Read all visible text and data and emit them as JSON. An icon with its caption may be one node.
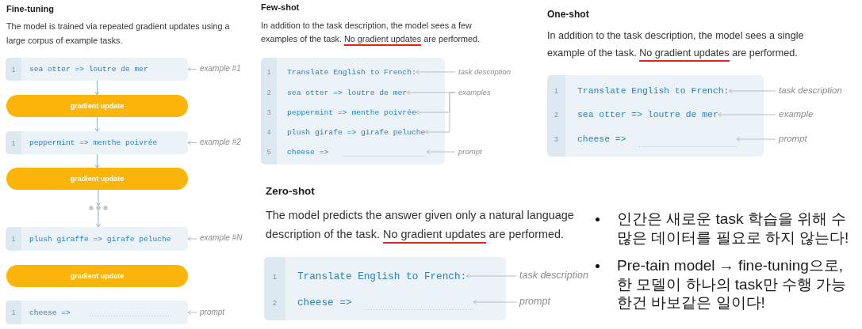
{
  "diagram": {
    "nodes": [
      {
        "text": [
          "1",
          "sea otter => loutre de mer"
        ]
      },
      {
        "text": [
          "example #1"
        ]
      },
      {
        "text": [
          "gradient update"
        ]
      },
      {
        "text": [
          "1",
          "peppermint => menthe poivrée"
        ]
      },
      {
        "text": [
          "example #2"
        ]
      },
      {
        "text": [
          "gradient update"
        ]
      },
      {
        "text": [],
        "shape": "dots"
      },
      {
        "text": [
          "1",
          "plush giraffe => girafe peluche"
        ]
      },
      {
        "text": [
          "example #N"
        ]
      },
      {
        "text": [
          "gradient update"
        ]
      },
      {
        "text": [
          "1",
          "cheese =>"
        ]
      },
      {
        "text": [
          "prompt"
        ]
      },
      {
        "text": [],
        "shape": "box"
      },
      {
        "text": [
          "1",
          "Translate English to French:"
        ],
        "in": 12
      },
      {
        "text": [
          "2",
          "sea otter => loutre de mer"
        ],
        "in": 12
      },
      {
        "text": [
          "3",
          "peppermint => menthe poivrée"
        ],
        "in": 12
      },
      {
        "text": [
          "4",
          "plush girafe => girafe peluche"
        ],
        "in": 12
      },
      {
        "text": [
          "5",
          "cheese =>"
        ],
        "in": 12
      },
      {
        "text": [
          "task description"
        ]
      },
      {
        "text": [
          "examples"
        ]
      },
      {
        "text": [
          "prompt"
        ]
      },
      {
        "text": [],
        "shape": "box"
      },
      {
        "text": [
          "1",
          "Translate English to French:"
        ],
        "in": 21
      },
      {
        "text": [
          "2",
          "sea otter => loutre de mer"
        ],
        "in": 21
      },
      {
        "text": [
          "3",
          "cheese =>"
        ],
        "in": 21
      },
      {
        "text": [
          "task description"
        ]
      },
      {
        "text": [
          "example"
        ]
      },
      {
        "text": [
          "prompt"
        ]
      },
      {
        "text": [],
        "shape": "box"
      },
      {
        "text": [
          "1",
          "Translate English to French:"
        ],
        "in": 28
      },
      {
        "text": [
          "2",
          "cheese =>"
        ],
        "in": 28
      },
      {
        "text": [
          "task description"
        ]
      },
      {
        "text": [
          "prompt"
        ]
      }
    ],
    "edges": [
      {
        "from": 0,
        "to": 2,
        "arrow": "to",
        "color": "#86b3d6"
      },
      {
        "from": 2,
        "to": 3,
        "arrow": "to",
        "color": "#86b3d6"
      },
      {
        "from": 3,
        "to": 5,
        "arrow": "to",
        "color": "#86b3d6"
      },
      {
        "from": 5,
        "to": 6,
        "arrow": "to",
        "color": "#86b3d6"
      },
      {
        "from": 6,
        "to": 7,
        "arrow": "to",
        "color": "#86b3d6"
      },
      {
        "from": 1,
        "to": 0,
        "arrow": "to"
      },
      {
        "from": 4,
        "to": 3,
        "arrow": "to"
      },
      {
        "from": 8,
        "to": 7,
        "arrow": "to"
      },
      {
        "from": 11,
        "to": 10,
        "arrow": "to"
      },
      {
        "from": 18,
        "to": 13,
        "arrow": "to"
      },
      {
        "from": 19,
        "to": 14,
        "arrow": "to"
      },
      {
        "from": 19,
        "to": 15,
        "arrow": "to"
      },
      {
        "from": 19,
        "to": 16,
        "arrow": "to"
      },
      {
        "from": 20,
        "to": 17,
        "arrow": "to"
      },
      {
        "from": 25,
        "to": 22,
        "arrow": "to"
      },
      {
        "from": 26,
        "to": 23,
        "arrow": "to"
      },
      {
        "from": 27,
        "to": 24,
        "arrow": "to"
      },
      {
        "from": 31,
        "to": 29,
        "arrow": "to"
      },
      {
        "from": 32,
        "to": 30,
        "arrow": "to"
      }
    ],
    "labels": [
      "Fine-tuning",
      "The model is trained via repeated gradient updates using a large corpus of example tasks.",
      "Few-shot",
      "In addition to the task description, the model sees a few examples of the task. No gradient updates are performed.",
      "One-shot",
      "In addition to the task description, the model sees a single example of the task. No gradient updates are performed.",
      "Zero-shot",
      "The model predicts the answer given only a natural language description of the task. No gradient updates are performed.",
      "인간은 새로운 task 학습을 위해 수 많은 데이터를 필요로 하지 않는다!",
      "Pre-tain model → fine-tuning으로, 한 모델이 하나의 task만 수행 가능 한건 바보같은 일이다!"
    ]
  }
}
